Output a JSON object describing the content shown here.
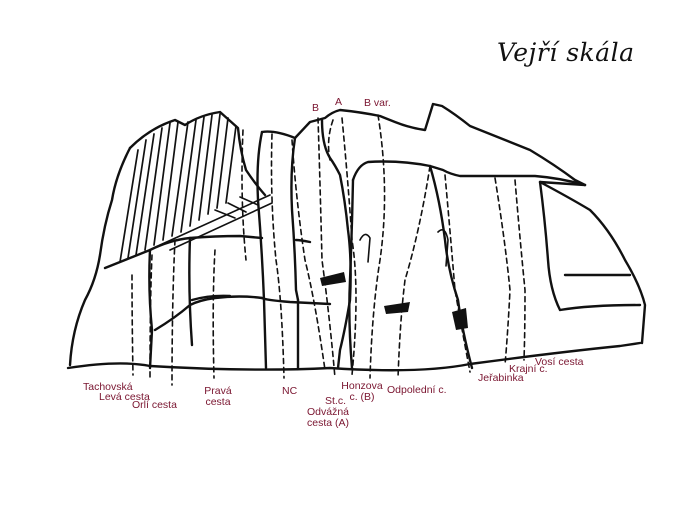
{
  "title": "Vejří skála",
  "labels": {
    "b": "B",
    "a": "A",
    "b_var": "B var.",
    "tachovska": "Tachovská",
    "leva_cesta": "Levá cesta",
    "orli_cesta": "Orlí cesta",
    "prava_cesta_1": "Pravá",
    "prava_cesta_2": "cesta",
    "nc": "NC",
    "stc": "St.c.",
    "odvazna_1": "Odvážná",
    "odvazna_2": "cesta (A)",
    "honzova_1": "Honzova",
    "honzova_2": "c. (B)",
    "odpoledni": "Odpolední c.",
    "jerabinka": "Jeřabinka",
    "krajni": "Krajní c.",
    "vosi": "Vosí cesta"
  },
  "colors": {
    "ink": "#111111",
    "label": "#7a1530"
  }
}
